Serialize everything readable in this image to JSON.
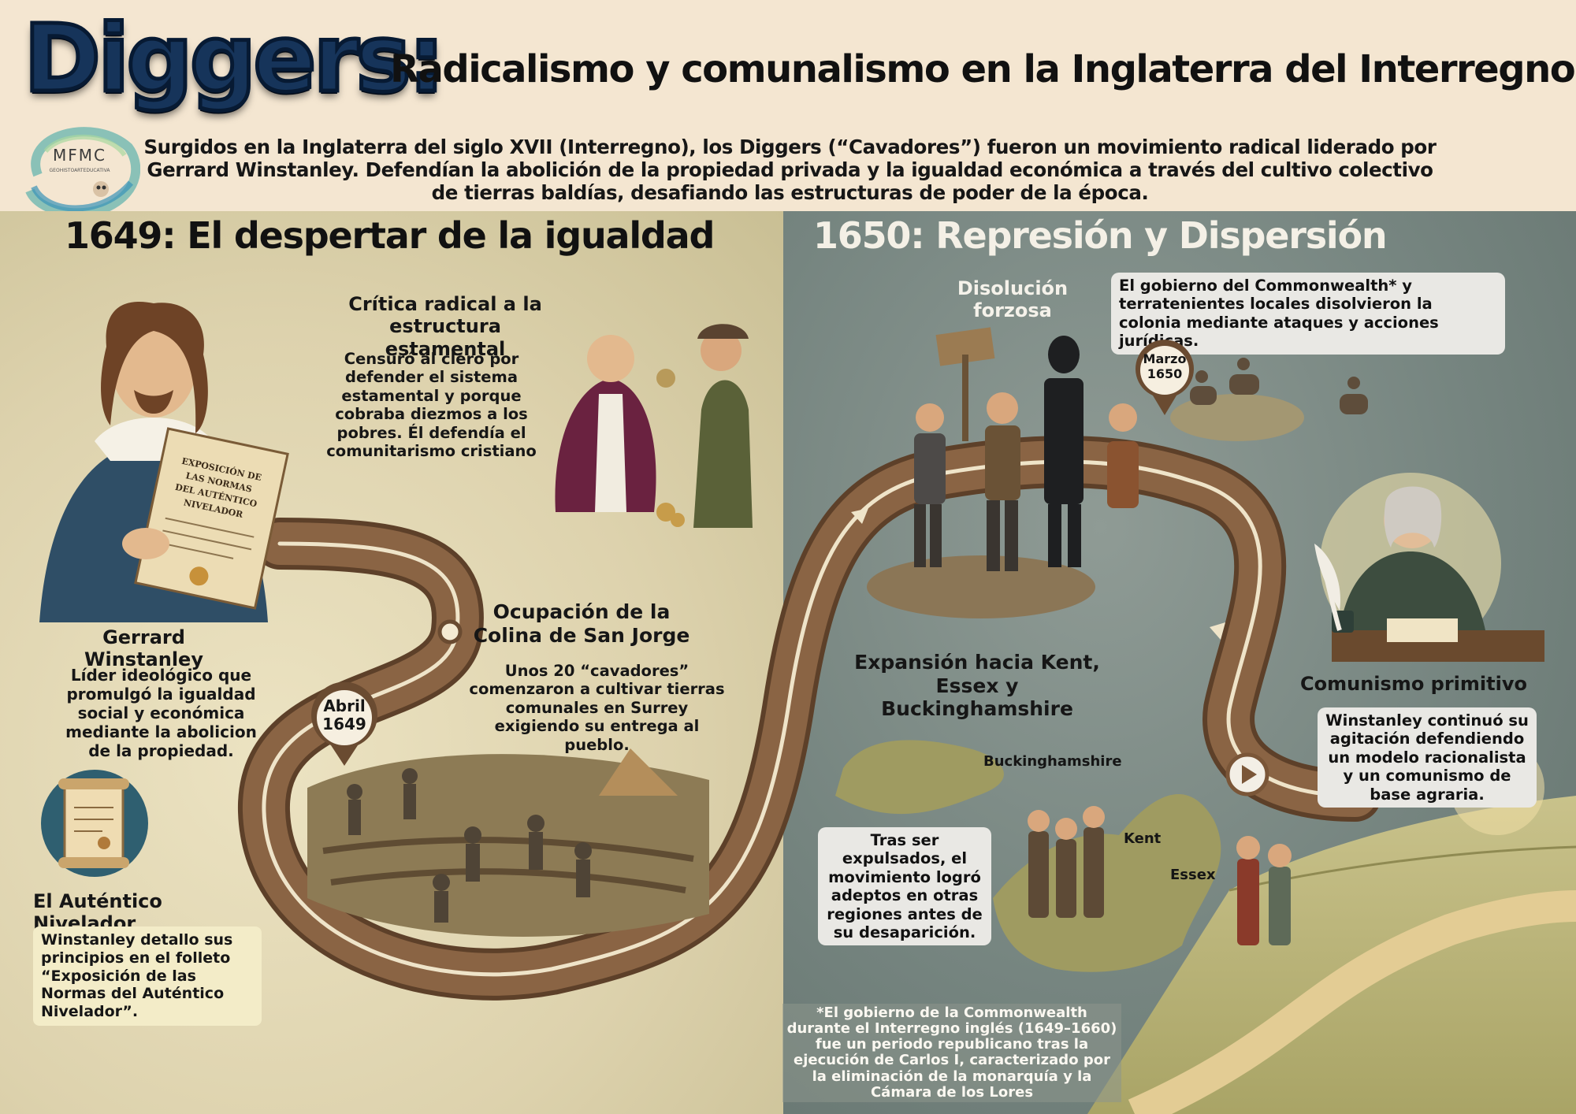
{
  "header": {
    "logo_title": "Diggers:",
    "subtitle": "Radicalismo y comunalismo en la Inglaterra del Interregno",
    "logo_text": "MFMC",
    "logo_subtext": "GEOHISTOARTEDUCATIVA",
    "intro": "Surgidos en la Inglaterra del siglo XVII (Interregno), los Diggers (“Cavadores”) fueron un movimiento radical liderado por Gerrard Winstanley. Defendían la abolición de la propiedad privada y la igualdad económica a través del cultivo colectivo de tierras baldías, desafiando las estructuras de poder de la época."
  },
  "left": {
    "title": "1649: El despertar de la igualdad",
    "winstanley": {
      "name": "Gerrard Winstanley",
      "desc": "Líder ideológico que promulgó la igualdad social y económica mediante la abolicion de la propiedad.",
      "document_text": "EXPOSICIÓN DE LAS NORMAS DEL AUTÉNTICO NIVELADOR"
    },
    "nivelador": {
      "title": "El Auténtico Nivelador",
      "desc": "Winstanley detallo sus principios en el folleto “Exposición de las Normas del Auténtico Nivelador”."
    },
    "critica": {
      "title": "Crítica radical a la estructura estamental",
      "desc": "Censuró al clero por defender el sistema estamental y porque cobraba diezmos a los pobres. Él defendía el comunitarismo cristiano"
    },
    "ocupacion": {
      "title": "Ocupación de la Colina de San Jorge",
      "desc": "Unos 20 “cavadores” comenzaron a cultivar tierras comunales en Surrey exigiendo su entrega al pueblo."
    },
    "pin": {
      "line1": "Abril",
      "line2": "1649"
    }
  },
  "right": {
    "title": "1650: Represión y Dispersión",
    "disolucion": {
      "title": "Disolución forzosa",
      "desc": "El gobierno del Commonwealth* y terratenientes locales disolvieron la colonia mediante ataques y acciones jurídicas."
    },
    "pin": {
      "line1": "Marzo",
      "line2": "1650"
    },
    "expansion": {
      "title": "Expansión hacia Kent, Essex y Buckinghamshire",
      "desc": "Tras ser expulsados, el movimiento logró adeptos en otras regiones antes de su desaparición.",
      "map_labels": [
        "Buckinghamshire",
        "Kent",
        "Essex"
      ]
    },
    "comunismo": {
      "title": "Comunismo primitivo",
      "desc": "Winstanley continuó su agitación defendiendo un modelo racionalista y un comunismo de base agraria."
    },
    "footnote": "*El gobierno de la Commonwealth durante el Interregno inglés (1649–1660) fue un periodo republicano tras la ejecución de Carlos I, caracterizado por la eliminación de la monarquía y la Cámara de los Lores"
  },
  "colors": {
    "header_bg": "#f4e6d1",
    "left_bg": "#ddd2ad",
    "right_bg": "#768580",
    "path_brown": "#7a5638",
    "title_blue": "#16345a"
  },
  "icons": [
    "scroll-icon",
    "play-icon",
    "quill-icon",
    "map-pin-icon"
  ]
}
